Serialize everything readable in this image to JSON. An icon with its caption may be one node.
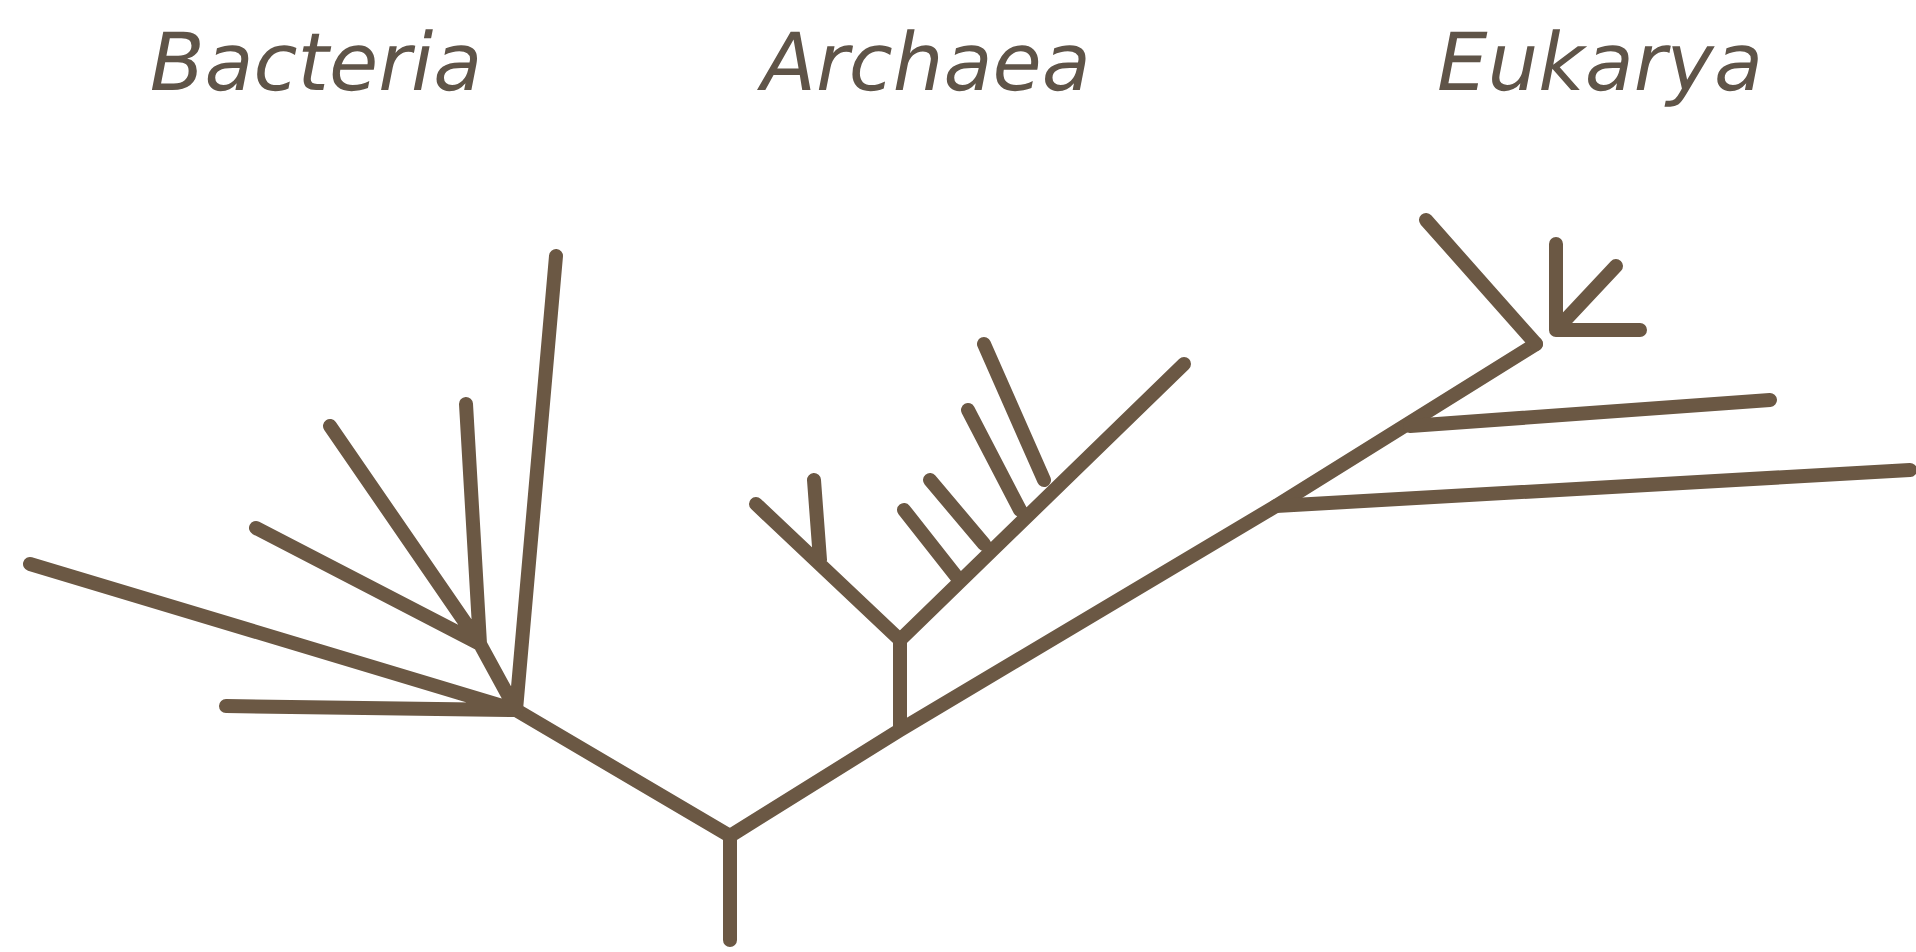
{
  "diagram": {
    "labels": [
      "Bacteria",
      "Archaea",
      "Eukarya"
    ]
  }
}
